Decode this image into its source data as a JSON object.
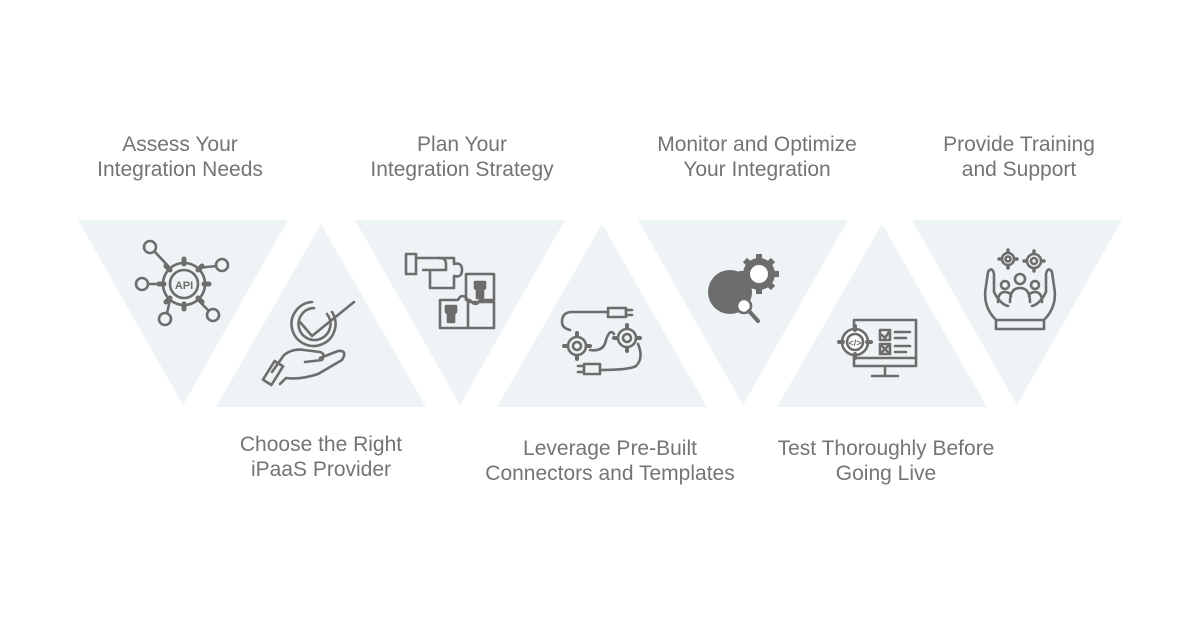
{
  "steps": [
    {
      "line1": "Assess Your",
      "line2": "Integration Needs",
      "icon": "api-gear-network-icon"
    },
    {
      "line1": "Choose the Right",
      "line2": "iPaaS Provider",
      "icon": "hand-checkmark-icon"
    },
    {
      "line1": "Plan Your",
      "line2": "Integration Strategy",
      "icon": "puzzle-hand-icon"
    },
    {
      "line1": "Leverage Pre-Built",
      "line2": "Connectors and Templates",
      "icon": "gears-connectors-icon"
    },
    {
      "line1": "Monitor and Optimize",
      "line2": "Your Integration",
      "icon": "gear-magnifier-icon"
    },
    {
      "line1": "Test Thoroughly Before",
      "line2": "Going Live",
      "icon": "monitor-testing-icon"
    },
    {
      "line1": "Provide Training",
      "line2": "and Support",
      "icon": "hands-team-gears-icon"
    }
  ],
  "colors": {
    "triangle": "#eef3f5",
    "icon": "#6d6d6d",
    "text": "#747474"
  }
}
